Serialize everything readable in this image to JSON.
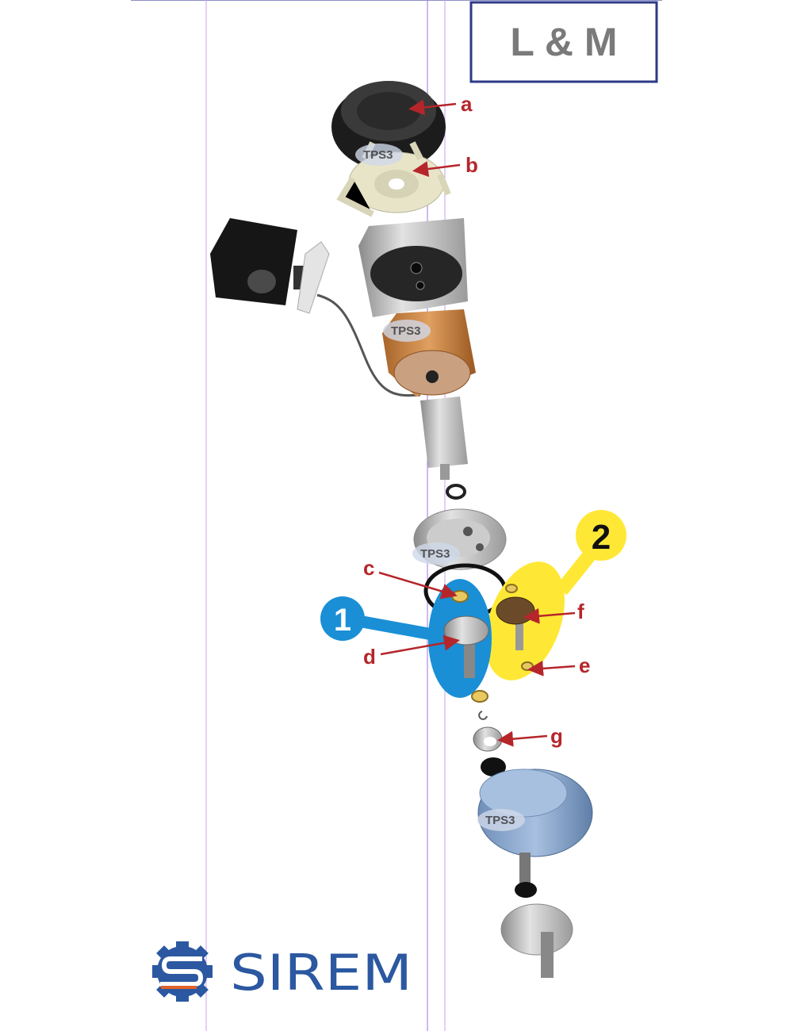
{
  "title_box": {
    "text": "L & M"
  },
  "part_labels": {
    "a": "a",
    "b": "b",
    "c": "c",
    "d": "d",
    "e": "e",
    "f": "f",
    "g": "g"
  },
  "callouts": {
    "one": "1",
    "two": "2"
  },
  "watermark": "TPS3",
  "logo": {
    "text": "SIREM"
  },
  "colors": {
    "label_red": "#b5262b",
    "callout_blue": "#1a8fd6",
    "callout_yellow": "#ffe835",
    "frame_navy": "#2e3a87",
    "logo_blue": "#2b58a0",
    "logo_orange": "#e0632a"
  }
}
